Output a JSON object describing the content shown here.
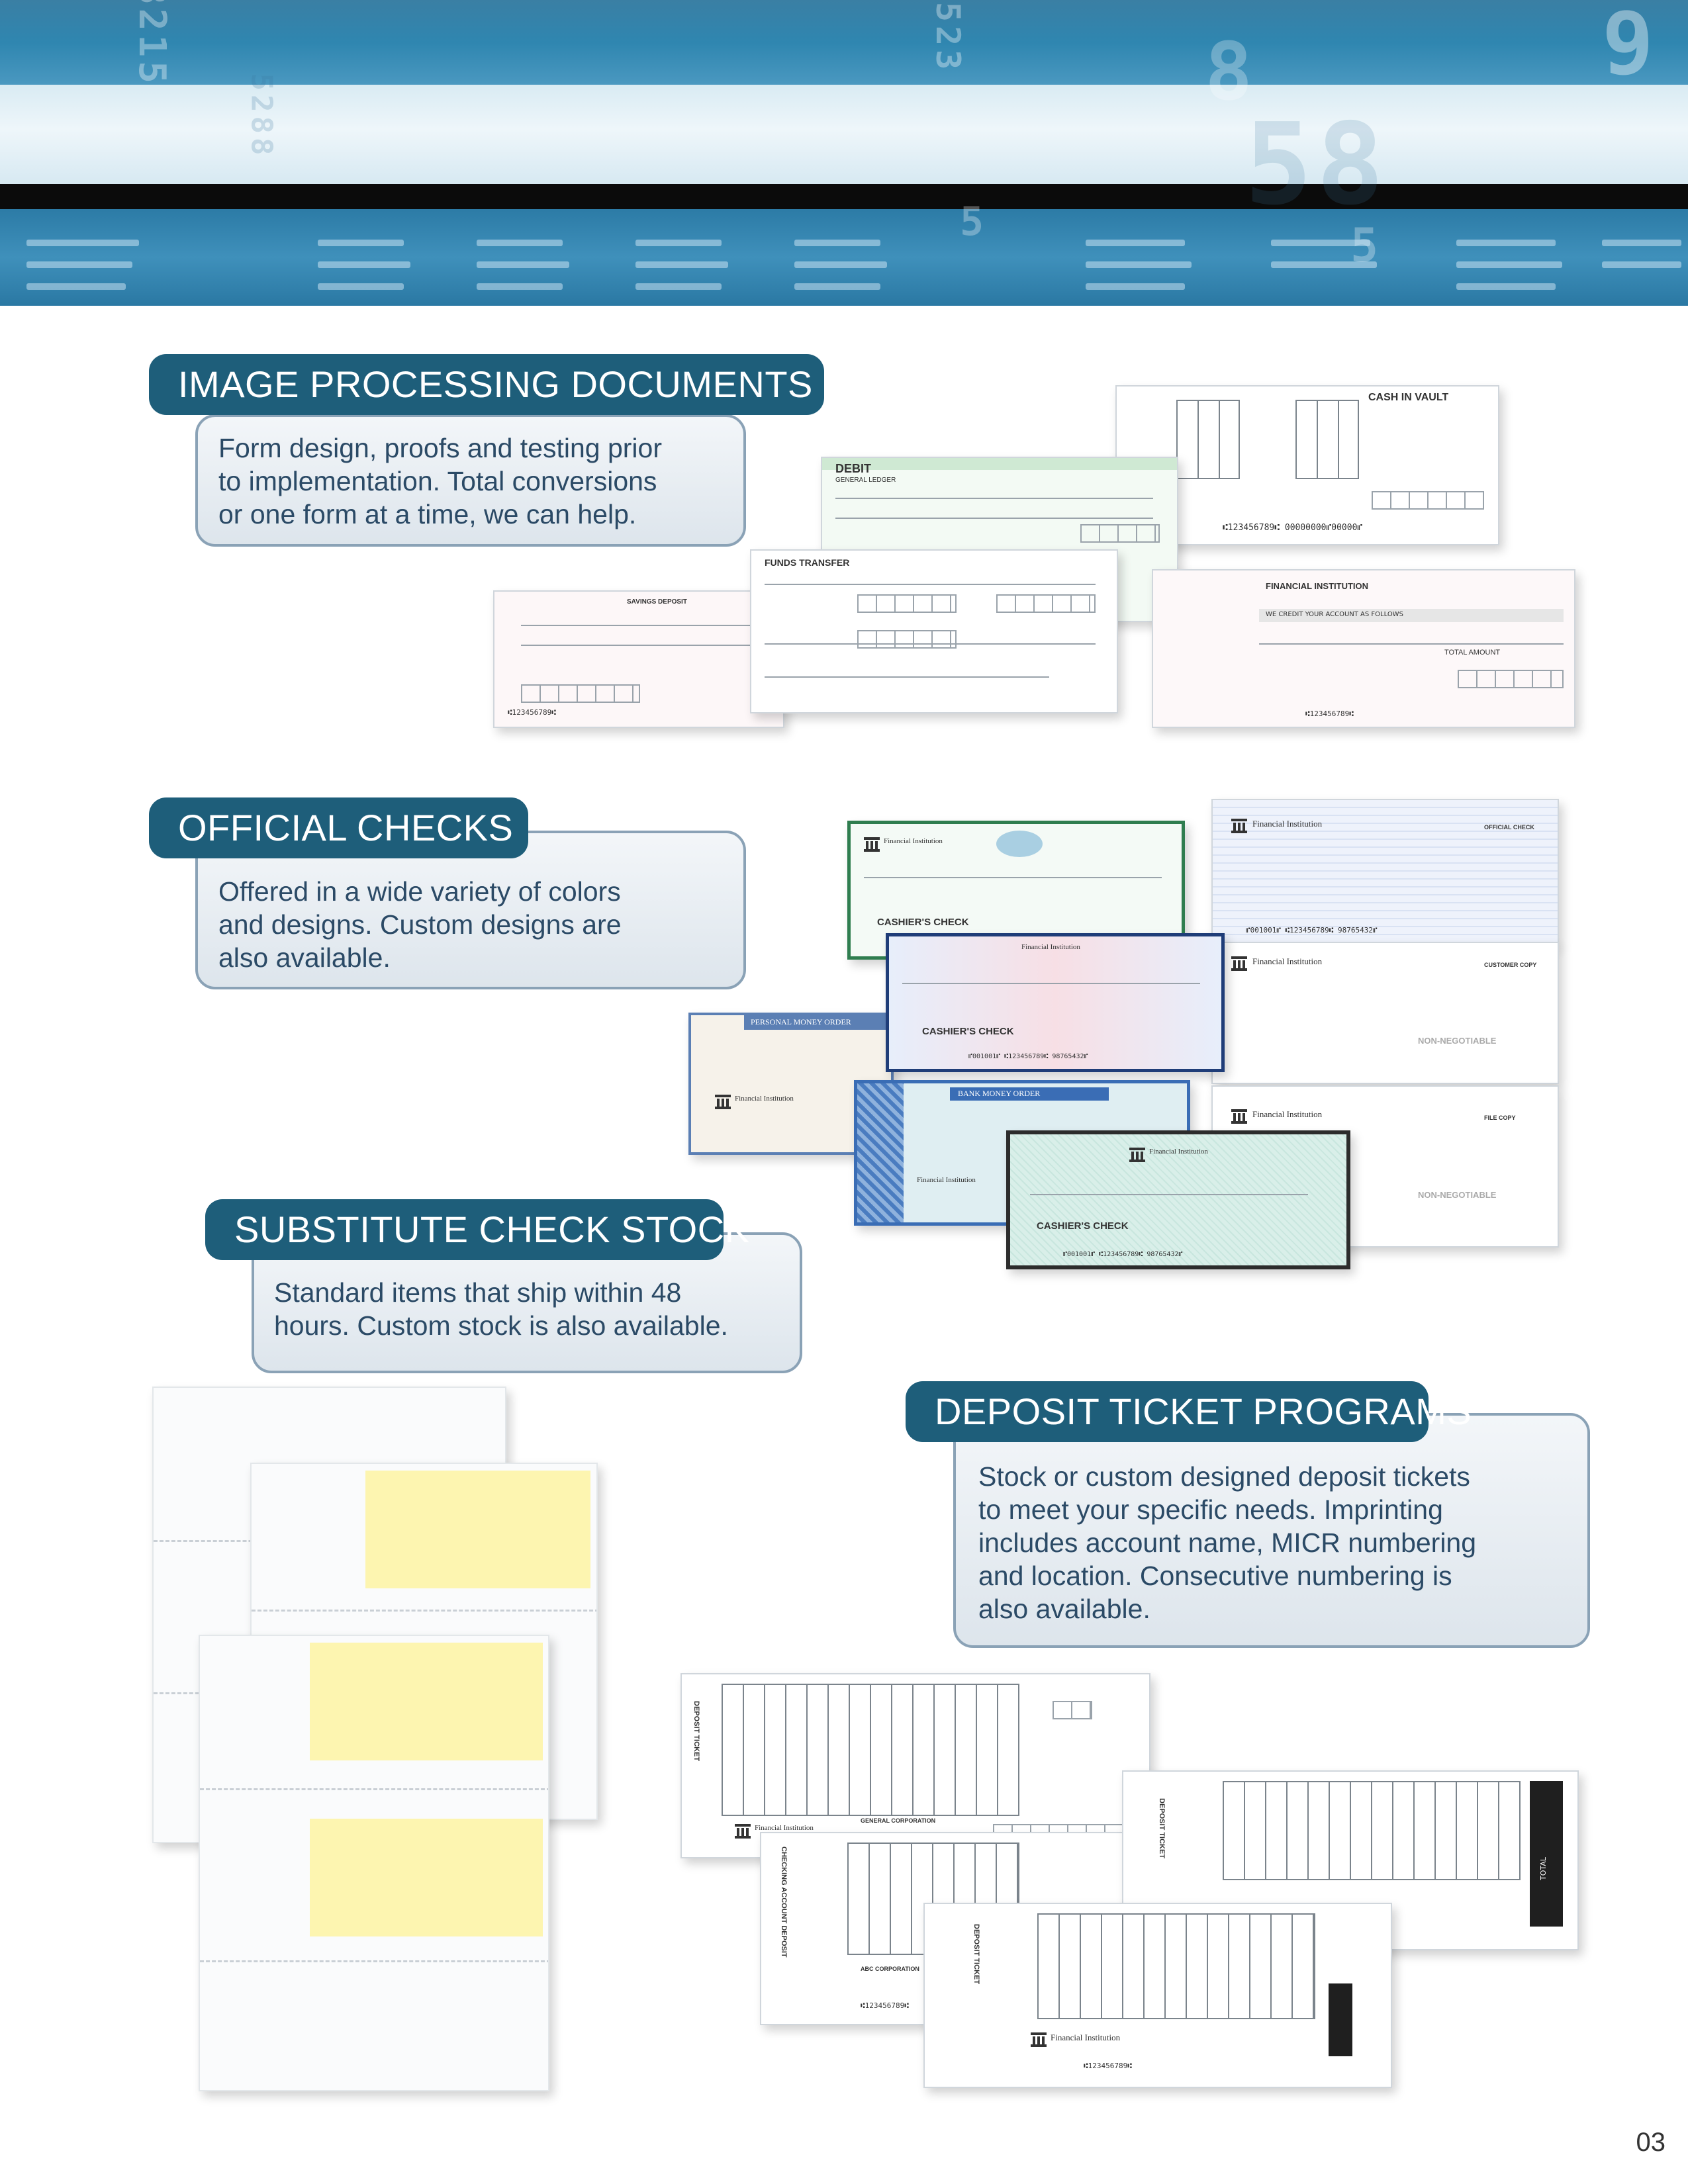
{
  "sections": {
    "image_processing": {
      "title": "IMAGE PROCESSING DOCUMENTS",
      "lines": [
        "Form design, proofs and testing prior",
        "to implementation.  Total conversions",
        "or one form at a time, we can help."
      ]
    },
    "official_checks": {
      "title": "OFFICIAL CHECKS",
      "lines": [
        "Offered in a wide variety of colors",
        "and designs.  Custom designs are",
        "also available."
      ]
    },
    "substitute_check": {
      "title": "SUBSTITUTE CHECK STOCK",
      "lines": [
        "Standard items that ship within 48",
        "hours.  Custom stock is also available."
      ]
    },
    "deposit_ticket": {
      "title": "DEPOSIT TICKET PROGRAMS",
      "lines": [
        "Stock or custom designed deposit tickets",
        "to meet your specific needs.  Imprinting",
        "includes account name, MICR numbering",
        "and location.  Consecutive numbering is",
        "also available."
      ]
    }
  },
  "forms": {
    "cash_in_vault": "CASH IN VAULT",
    "debit": "DEBIT",
    "general_ledger": "GENERAL LEDGER",
    "funds_transfer": "FUNDS TRANSFER",
    "savings_deposit": "SAVINGS DEPOSIT",
    "financial_institution": "FINANCIAL INSTITUTION",
    "credit_line": "WE CREDIT YOUR ACCOUNT AS FOLLOWS",
    "total_amount": "TOTAL AMOUNT",
    "micr_a": "⑆123456789⑆",
    "micr_b": "⑆123456789⑆  00000000⑈00000⑈"
  },
  "checks": {
    "cashiers_check": "CASHIER'S CHECK",
    "personal_money_order": "PERSONAL MONEY ORDER",
    "bank_money_order": "BANK MONEY ORDER",
    "official_check": "OFFICIAL CHECK",
    "customer_copy": "CUSTOMER COPY",
    "file_copy": "FILE COPY",
    "non_negotiable": "NON-NEGOTIABLE",
    "financial_institution": "Financial Institution",
    "micr": "⑈001001⑈ ⑆123456789⑆ 98765432⑈"
  },
  "deposit": {
    "deposit_ticket": "DEPOSIT TICKET",
    "checking_deposit": "CHECKING ACCOUNT DEPOSIT",
    "general_corporation": "GENERAL CORPORATION",
    "abc_corporation": "ABC CORPORATION",
    "financial_institution": "Financial Institution",
    "total": "TOTAL",
    "micr": "⑆123456789⑆"
  },
  "page_number": "03"
}
